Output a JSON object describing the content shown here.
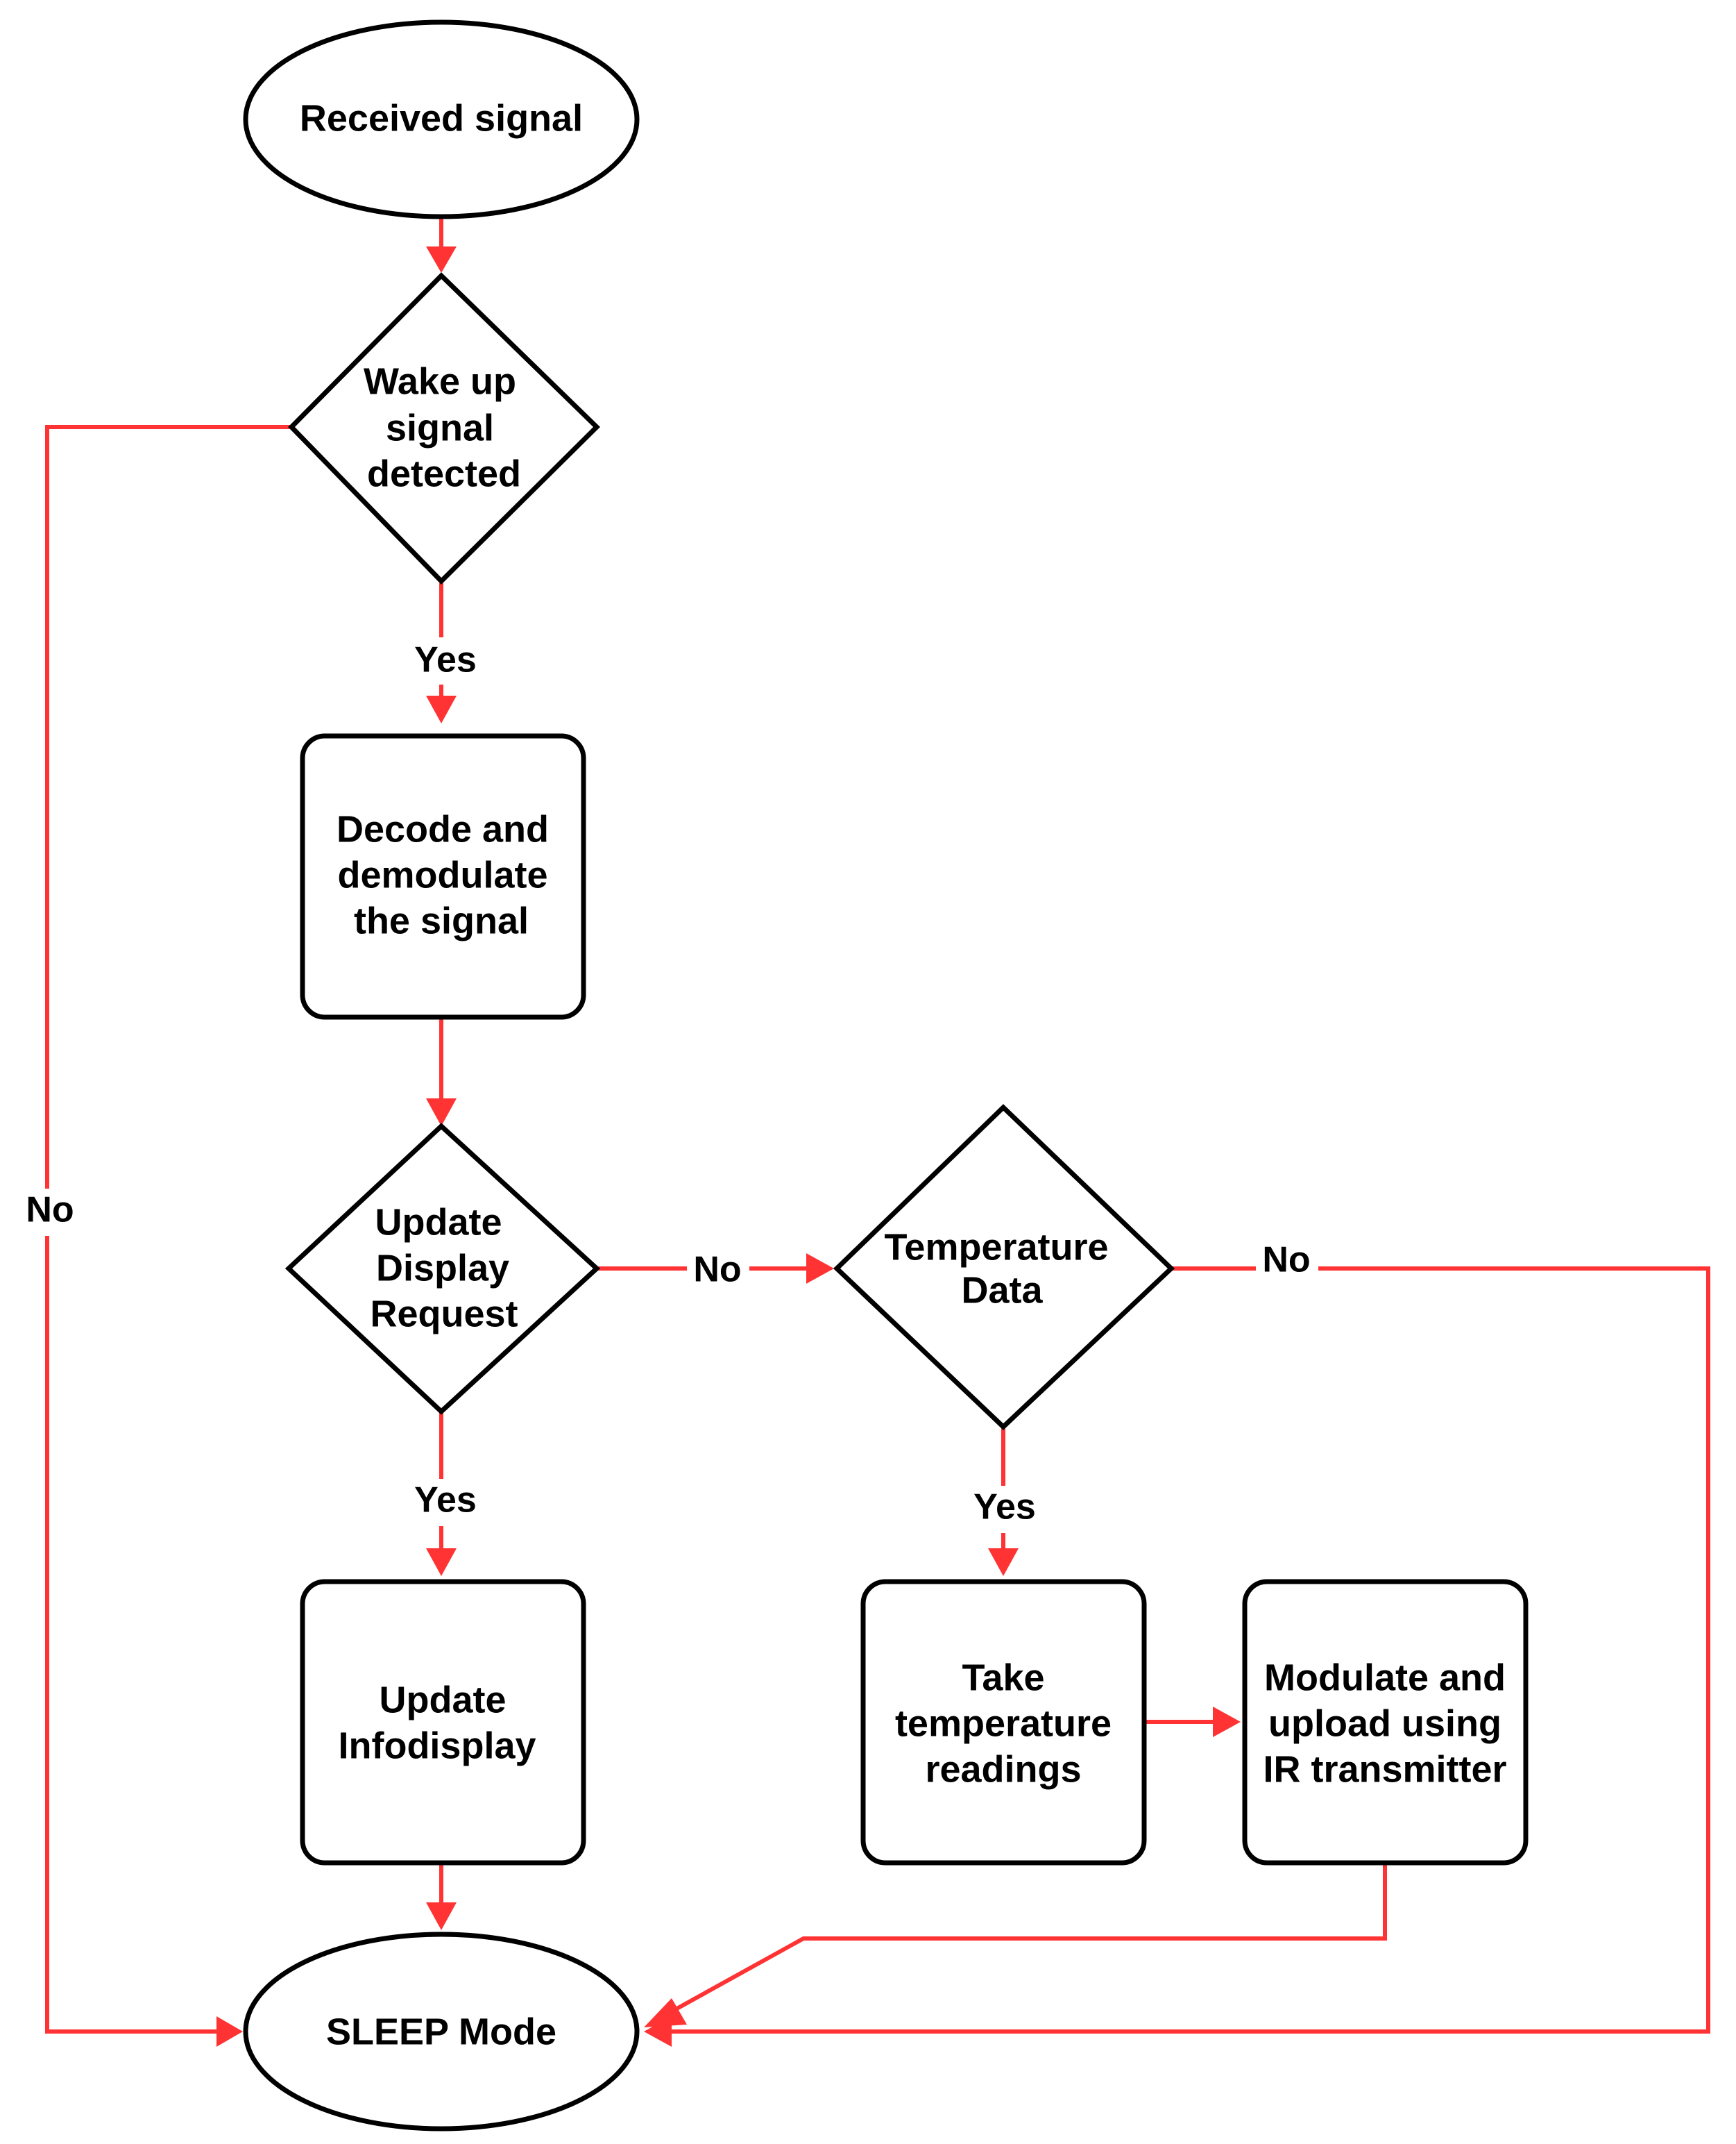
{
  "colors": {
    "edge": "#ff3333",
    "node_stroke": "#000000",
    "node_fill": "#ffffff",
    "text": "#000000"
  },
  "nodes": {
    "received_signal": {
      "shape": "ellipse",
      "lines": [
        "Received signal"
      ]
    },
    "wake_up": {
      "shape": "diamond",
      "lines": [
        "Wake up",
        "signal",
        "detected"
      ]
    },
    "decode": {
      "shape": "rounded-rect",
      "lines": [
        "Decode and",
        "demodulate",
        "the signal"
      ]
    },
    "update_display_request": {
      "shape": "diamond",
      "lines": [
        "Update",
        "Display",
        "Request"
      ]
    },
    "temperature_data": {
      "shape": "diamond",
      "lines": [
        "Temperature",
        "Data"
      ]
    },
    "update_infodisplay": {
      "shape": "rounded-rect",
      "lines": [
        "Update",
        "Infodisplay"
      ]
    },
    "take_readings": {
      "shape": "rounded-rect",
      "lines": [
        "Take",
        "temperature",
        "readings"
      ]
    },
    "modulate_upload": {
      "shape": "rounded-rect",
      "lines": [
        "Modulate and",
        "upload using",
        "IR transmitter"
      ]
    },
    "sleep_mode": {
      "shape": "ellipse",
      "lines": [
        "SLEEP Mode"
      ]
    }
  },
  "edges": {
    "received_to_wake": {
      "from": "received_signal",
      "to": "wake_up",
      "label": ""
    },
    "wake_yes": {
      "from": "wake_up",
      "to": "decode",
      "label": "Yes"
    },
    "wake_no": {
      "from": "wake_up",
      "to": "sleep_mode",
      "label": "No"
    },
    "decode_to_request": {
      "from": "decode",
      "to": "update_display_request",
      "label": ""
    },
    "request_no": {
      "from": "update_display_request",
      "to": "temperature_data",
      "label": "No"
    },
    "request_yes": {
      "from": "update_display_request",
      "to": "update_infodisplay",
      "label": "Yes"
    },
    "temp_yes": {
      "from": "temperature_data",
      "to": "take_readings",
      "label": "Yes"
    },
    "temp_no": {
      "from": "temperature_data",
      "to": "sleep_mode",
      "label": "No"
    },
    "readings_to_modulate": {
      "from": "take_readings",
      "to": "modulate_upload",
      "label": ""
    },
    "modulate_to_sleep": {
      "from": "modulate_upload",
      "to": "sleep_mode",
      "label": ""
    },
    "infodisplay_to_sleep": {
      "from": "update_infodisplay",
      "to": "sleep_mode",
      "label": ""
    }
  }
}
